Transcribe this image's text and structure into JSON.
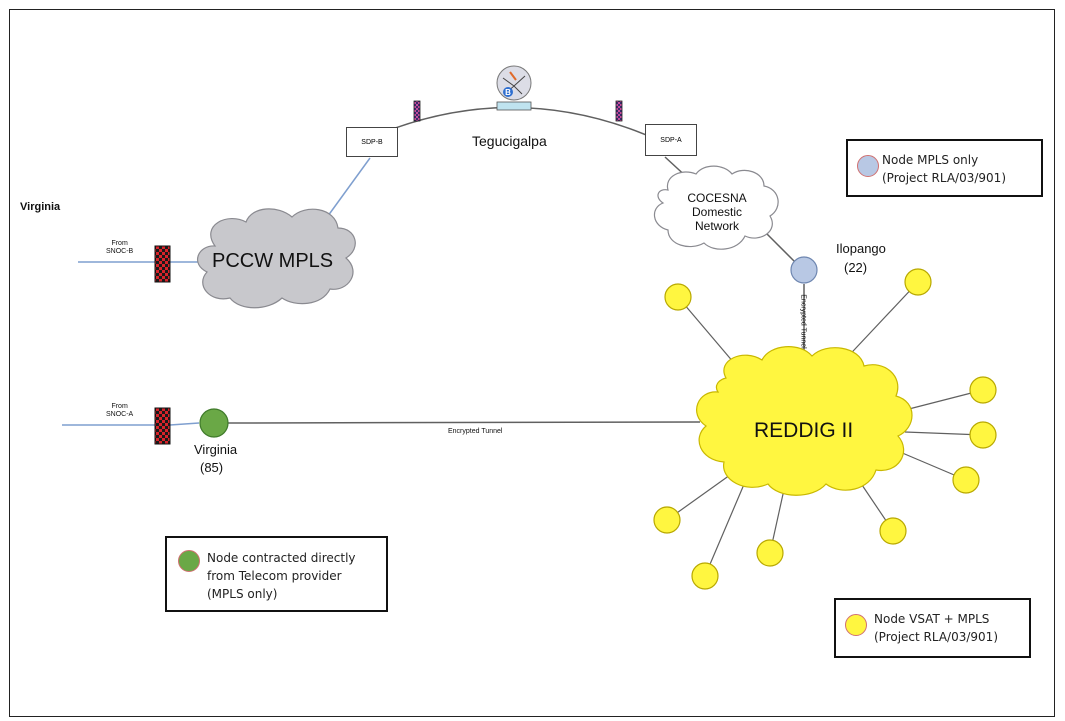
{
  "locations": {
    "virginia_title": "Virginia",
    "tegucigalpa": "Tegucigalpa"
  },
  "clouds": {
    "pccw": "PCCW MPLS",
    "cocesna": [
      "COCESNA",
      "Domestic",
      "Network"
    ],
    "reddig": "REDDIG II"
  },
  "sdp": {
    "b": "SDP-B",
    "a": "SDP-A"
  },
  "sources": {
    "snoc_b": [
      "From",
      "SNOC-B"
    ],
    "snoc_a": [
      "From",
      "SNOC-A"
    ]
  },
  "nodes": {
    "ilopango": {
      "name": "Ilopango",
      "id": "(22)"
    },
    "virginia": {
      "name": "Virginia",
      "id": "(85)"
    }
  },
  "links": {
    "encrypted_tunnel_horizontal": "Encrypted Tunnel",
    "encrypted_tunnel_vertical": "Encrypted Tunnel"
  },
  "legends": {
    "mpls_only": {
      "line1": "Node MPLS only",
      "line2": "(Project RLA/03/901)"
    },
    "telecom": {
      "line1": "Node contracted directly",
      "line2": "from Telecom provider",
      "line3": "(MPLS only)"
    },
    "vsat": {
      "line1": "Node VSAT + MPLS",
      "line2": "(Project RLA/03/901)"
    }
  },
  "colors": {
    "mpls_node": "#b8c8e4",
    "telecom_node": "#6aa846",
    "vsat_node": "#fff640",
    "cloud_gray": "#c8c8cc",
    "cloud_yellow": "#fff640",
    "link_blue": "#7f9fcf",
    "link_gray": "#606060"
  }
}
